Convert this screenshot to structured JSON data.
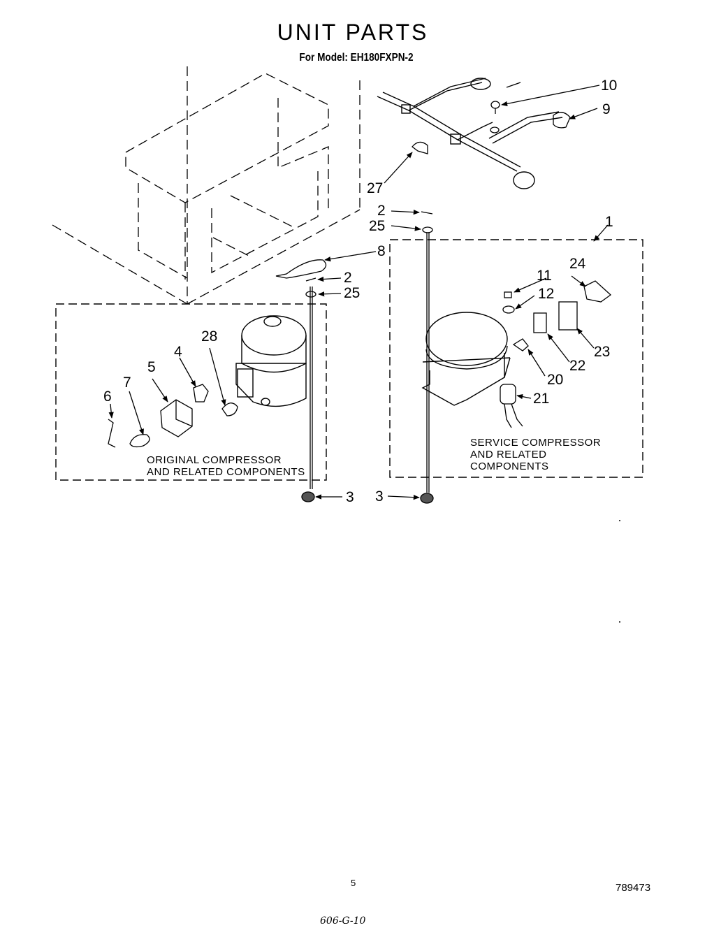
{
  "header": {
    "title": "UNIT PARTS",
    "model": "For Model: EH180FXPN-2"
  },
  "groups": {
    "original": [
      "ORIGINAL COMPRESSOR",
      "AND RELATED COMPONENTS"
    ],
    "service": [
      "SERVICE COMPRESSOR",
      "AND RELATED",
      "COMPONENTS"
    ]
  },
  "callouts": {
    "c1": "1",
    "c2a": "2",
    "c2b": "2",
    "c3a": "3",
    "c3b": "3",
    "c4": "4",
    "c5": "5",
    "c6": "6",
    "c7": "7",
    "c8": "8",
    "c9": "9",
    "c10": "10",
    "c11": "11",
    "c12": "12",
    "c20": "20",
    "c21": "21",
    "c22": "22",
    "c23": "23",
    "c24": "24",
    "c25a": "25",
    "c25b": "25",
    "c27": "27",
    "c28": "28"
  },
  "footer": {
    "page": "5",
    "doc_number": "789473",
    "handwritten": "606-G-10"
  }
}
